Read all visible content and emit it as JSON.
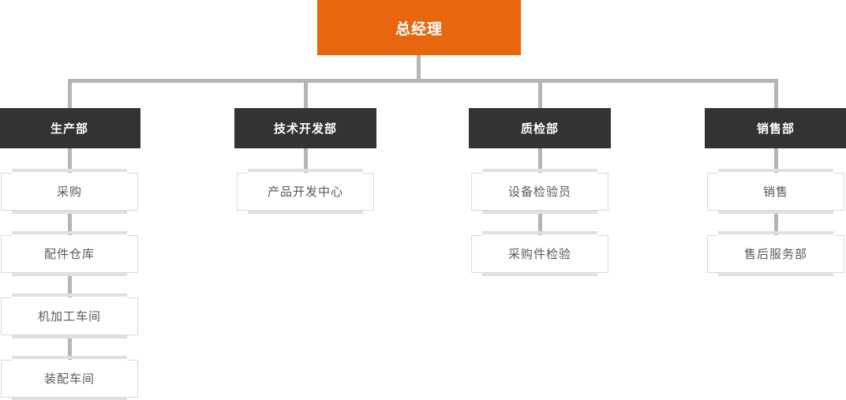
{
  "chart": {
    "type": "org-chart",
    "root": {
      "label": "总经理"
    },
    "departments": [
      {
        "label": "生产部",
        "children": [
          "采购",
          "配件仓库",
          "机加工车间",
          "装配车间"
        ]
      },
      {
        "label": "技术开发部",
        "children": [
          "产品开发中心"
        ]
      },
      {
        "label": "质检部",
        "children": [
          "设备检验员",
          "采购件检验"
        ]
      },
      {
        "label": "销售部",
        "children": [
          "销售",
          "售后服务部"
        ]
      }
    ],
    "colors": {
      "root_bg": "#e8660d",
      "dept_bg": "#333333",
      "connector": "#b5b5b5",
      "node_border": "#d9d9d9",
      "node_bar": "#e0e0e0",
      "node_text": "#595959"
    }
  }
}
